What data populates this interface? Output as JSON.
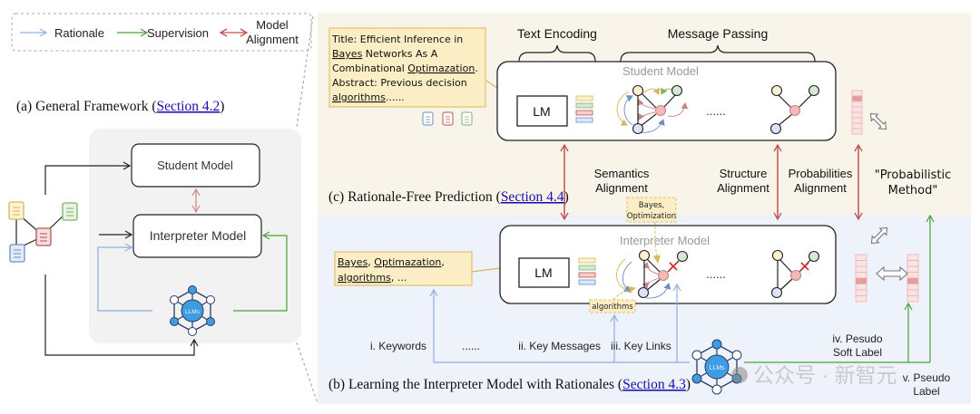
{
  "legend": {
    "items": [
      {
        "label": "Rationale",
        "color": "#8fb0e0"
      },
      {
        "label": "Supervision",
        "color": "#4aa23a"
      },
      {
        "label_line1": "Model",
        "label_line2": "Alignment",
        "color": "#c0504d"
      }
    ]
  },
  "panel_a": {
    "caption_prefix": "(a) General Framework (",
    "caption_link": "Section 4.2",
    "caption_suffix": ")",
    "student_model": "Student Model",
    "interpreter_model": "Interpreter Model",
    "llm_label": "LLMs"
  },
  "panel_c": {
    "caption_prefix": "(c) Rationale-Free Prediction (",
    "caption_link": "Section 4.4",
    "caption_suffix": ")",
    "text_encoding": "Text Encoding",
    "message_passing": "Message Passing",
    "student_model": "Student Model",
    "lm_label": "LM",
    "ellipsis": "......",
    "input_text": {
      "line1": "Title: Efficient Inference in",
      "line2_u": "Bayes",
      "line2": " Networks As A",
      "line3": "Combinational ",
      "line3_u": "Optimazation",
      "line3_end": ".",
      "line4": "Abstract: Previous decision",
      "line5_u": "algorithms",
      "line5": "......"
    },
    "alignments": [
      {
        "line1": "Semantics",
        "line2": "Alignment"
      },
      {
        "line1": "Structure",
        "line2": "Alignment"
      },
      {
        "line1": "Probabilities",
        "line2": "Alignment"
      }
    ],
    "probabilistic_method_line1": "\"Probabilistic",
    "probabilistic_method_line2": "Method\""
  },
  "panel_b": {
    "caption_prefix": "(b) Learning the Interpreter Model with Rationales (",
    "caption_link": "Section 4.3",
    "caption_suffix": ")",
    "interpreter_model": "Interpreter Model",
    "lm_label": "LM",
    "ellipsis": "......",
    "keywords_box": {
      "w1": "Bayes",
      "sep1": ", ",
      "w2": "Optimazation",
      "sep2": ",",
      "w3": "algorithms",
      "tail": ", ..."
    },
    "tag_bayes_line1": "Bayes,",
    "tag_bayes_line2": "Optimization",
    "tag_algorithms": "algorithms",
    "rationales": {
      "keywords": "i. Keywords",
      "key_messages": "ii. Key Messages",
      "key_links": "iii. Key Links",
      "soft_label_line1": "iv. Pesudo",
      "soft_label_line2": "Soft Label",
      "pseudo_label_line1": "v. Pseudo",
      "pseudo_label_line2": "Label"
    },
    "llm_label": "LLMs",
    "watermark": "公众号 · 新智元"
  },
  "colors": {
    "top_bg": "#f8f4ea",
    "bottom_bg": "#eef2fb",
    "panel_a_bg": "#f2f2f2",
    "rationale": "#8fb0e0",
    "supervision": "#4aa23a",
    "alignment": "#c0504d",
    "note_fill": "#fbeec4",
    "note_stroke": "#e0c170"
  }
}
